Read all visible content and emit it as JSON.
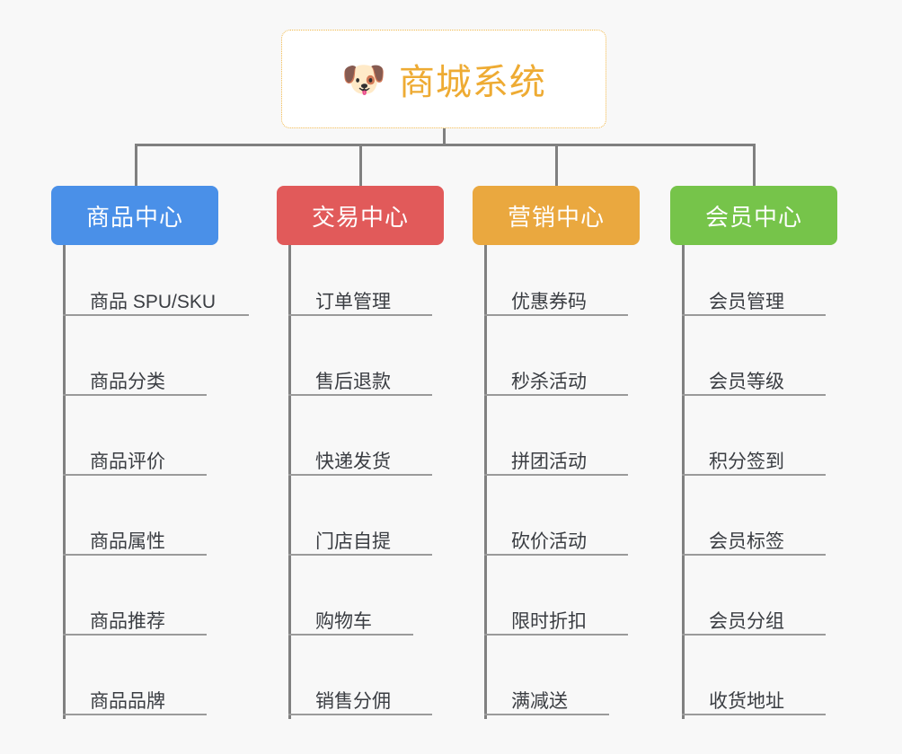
{
  "background_color": "#f8f8f8",
  "connector_color": "#808080",
  "root": {
    "icon": "shiba-dog-face",
    "icon_glyph": "🐶",
    "title": "商城系统",
    "title_color": "#eeab33",
    "border_color": "#f0b84a",
    "background_color": "#ffffff"
  },
  "columns": [
    {
      "id": "product-center",
      "header": "商品中心",
      "color": "#4a90e8",
      "items": [
        "商品 SPU/SKU",
        "商品分类",
        "商品评价",
        "商品属性",
        "商品推荐",
        "商品品牌"
      ]
    },
    {
      "id": "trade-center",
      "header": "交易中心",
      "color": "#e15a5a",
      "items": [
        "订单管理",
        "售后退款",
        "快递发货",
        "门店自提",
        "购物车",
        "销售分佣"
      ]
    },
    {
      "id": "marketing-center",
      "header": "营销中心",
      "color": "#eaa83f",
      "items": [
        "优惠券码",
        "秒杀活动",
        "拼团活动",
        "砍价活动",
        "限时折扣",
        "满减送"
      ]
    },
    {
      "id": "member-center",
      "header": "会员中心",
      "color": "#76c44a",
      "items": [
        "会员管理",
        "会员等级",
        "积分签到",
        "会员标签",
        "会员分组",
        "收货地址"
      ]
    }
  ]
}
